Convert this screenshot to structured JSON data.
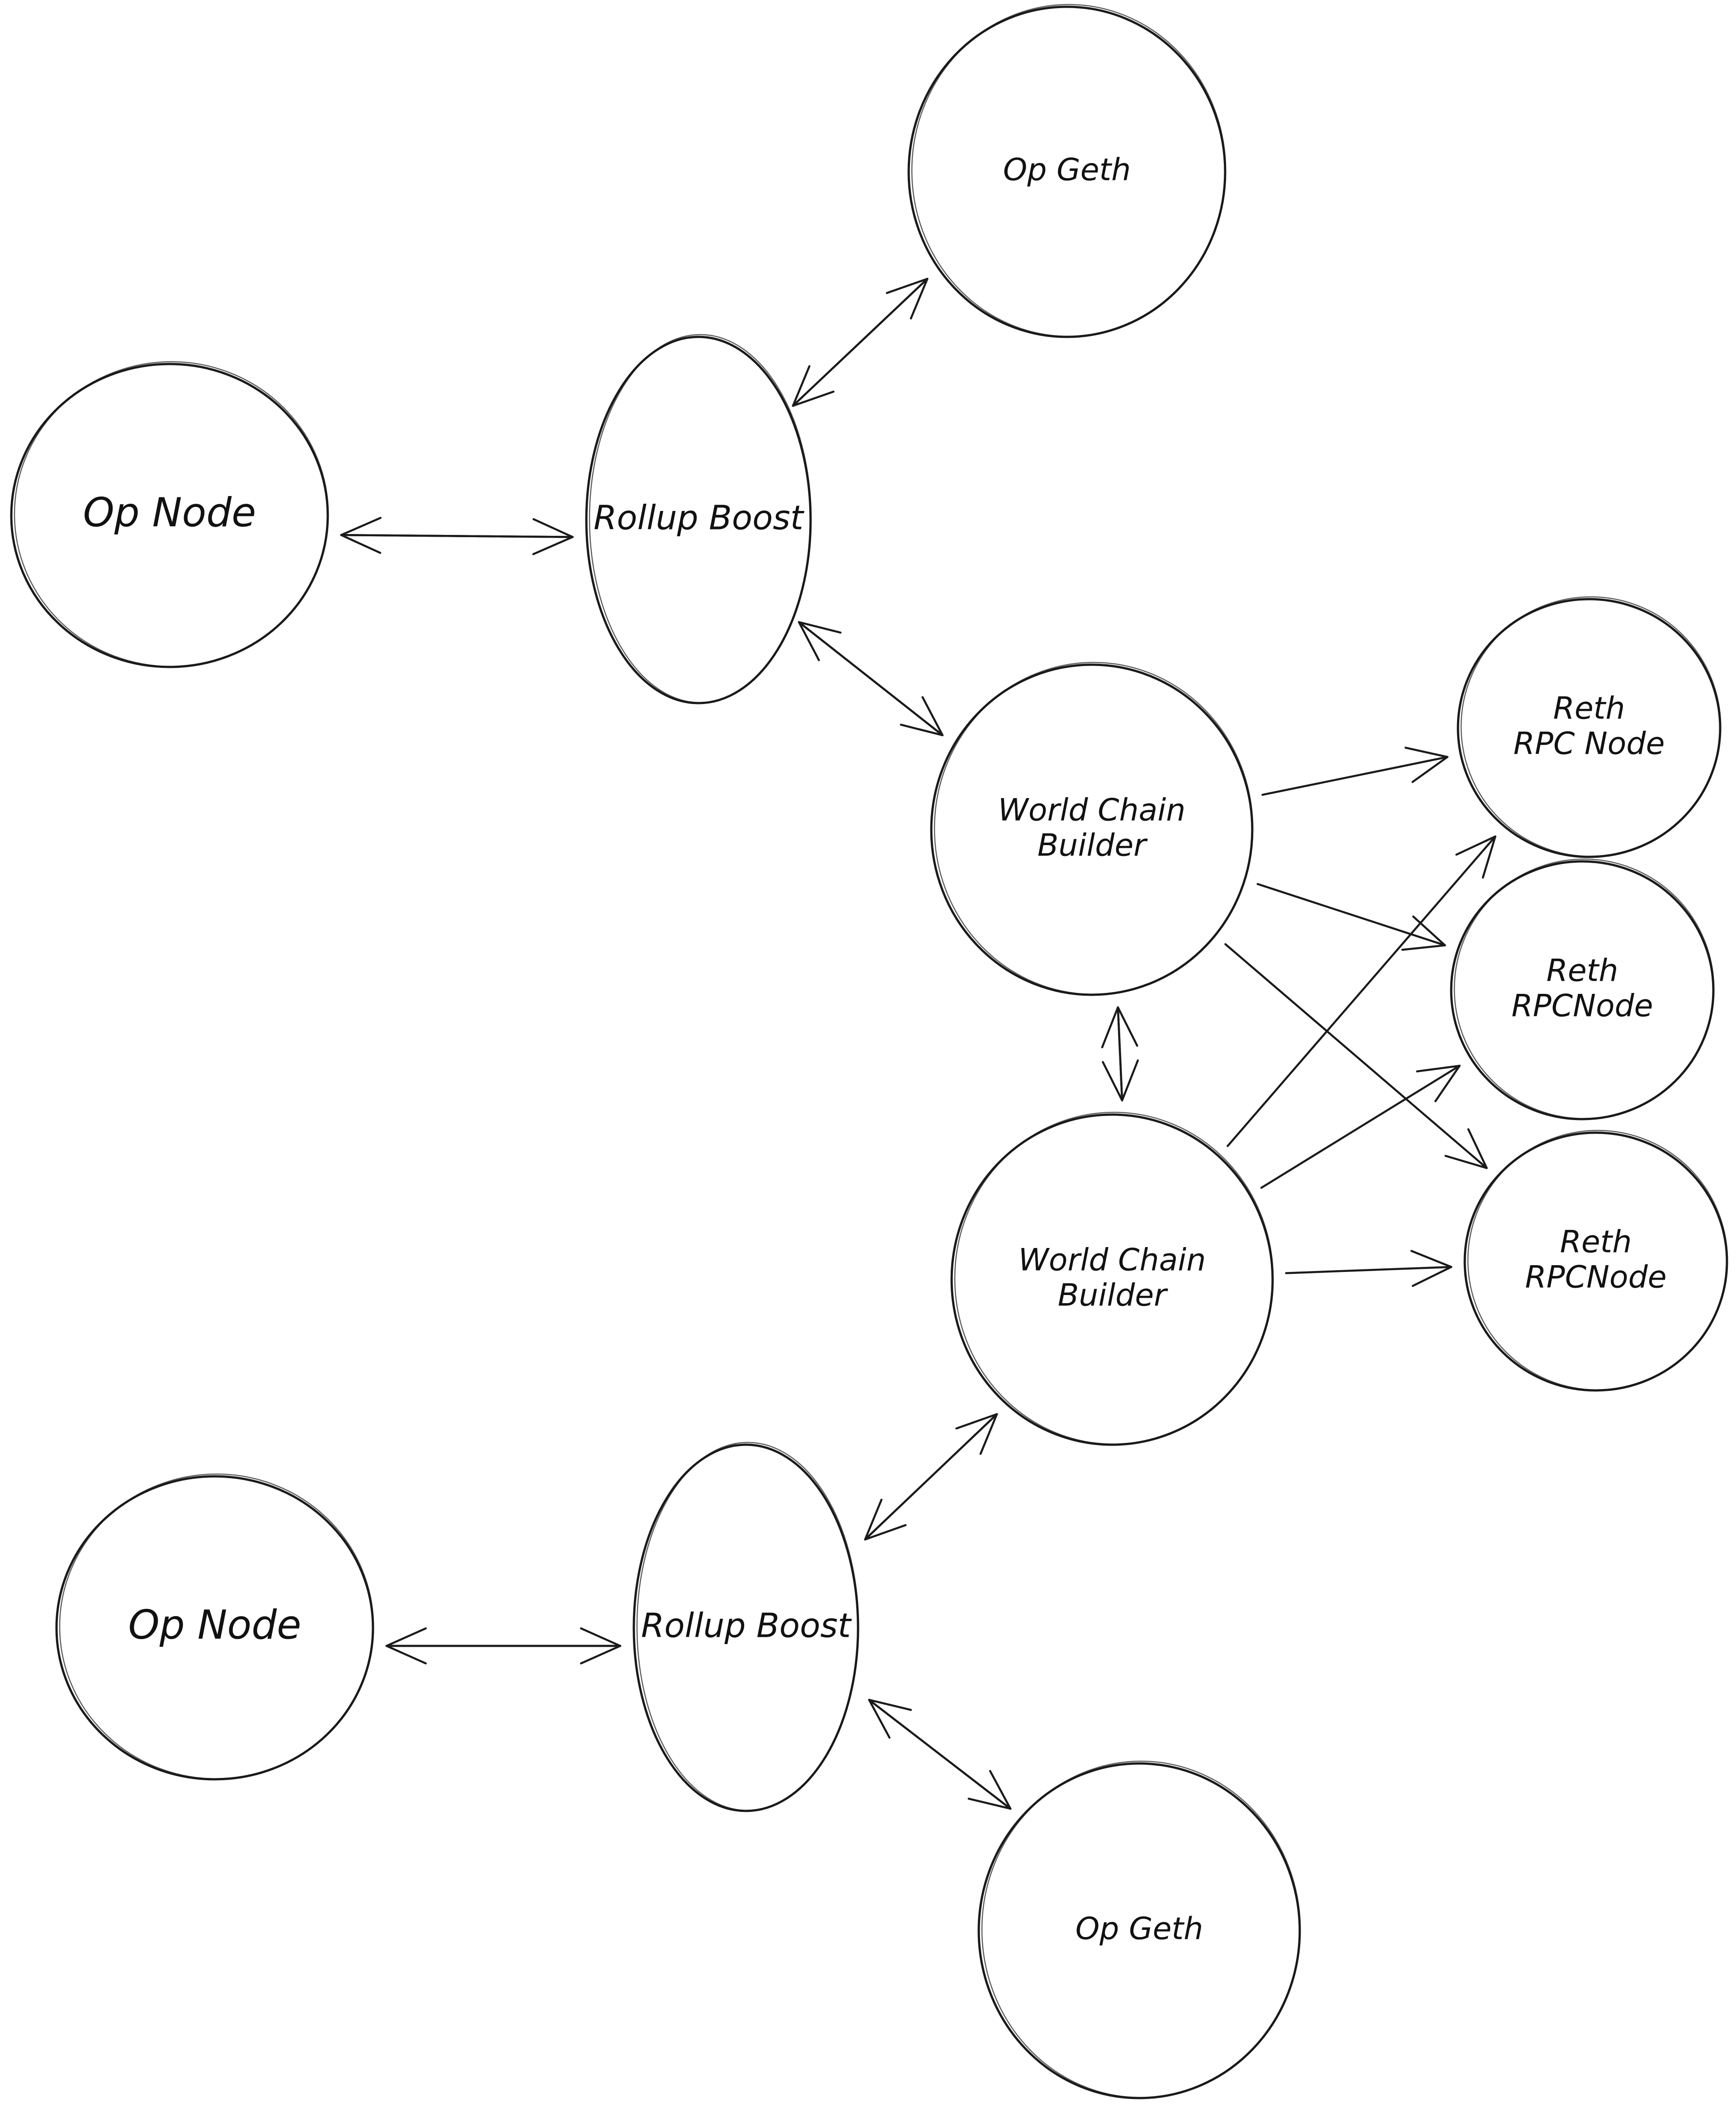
{
  "diagram": {
    "title": "",
    "nodes": [
      {
        "id": "op_geth_top",
        "lines": [
          "Op Geth"
        ]
      },
      {
        "id": "op_node_top",
        "lines": [
          "Op Node"
        ]
      },
      {
        "id": "rollup_boost_top",
        "lines": [
          "Rollup Boost"
        ]
      },
      {
        "id": "wcb_top",
        "lines": [
          "World Chain",
          "Builder"
        ]
      },
      {
        "id": "reth_1",
        "lines": [
          "Reth",
          "RPC Node"
        ]
      },
      {
        "id": "reth_2",
        "lines": [
          "Reth",
          "RPCNode"
        ]
      },
      {
        "id": "reth_3",
        "lines": [
          "Reth",
          "RPCNode"
        ]
      },
      {
        "id": "wcb_bottom",
        "lines": [
          "World Chain",
          "Builder"
        ]
      },
      {
        "id": "op_node_bottom",
        "lines": [
          "Op Node"
        ]
      },
      {
        "id": "rollup_boost_bottom",
        "lines": [
          "Rollup Boost"
        ]
      },
      {
        "id": "op_geth_bottom",
        "lines": [
          "Op Geth"
        ]
      }
    ],
    "edges": [
      {
        "from": "rollup_boost_top",
        "to": "op_node_top"
      },
      {
        "from": "op_node_top",
        "to": "rollup_boost_top"
      },
      {
        "from": "rollup_boost_top",
        "to": "op_geth_top"
      },
      {
        "from": "op_geth_top",
        "to": "rollup_boost_top"
      },
      {
        "from": "rollup_boost_top",
        "to": "wcb_top"
      },
      {
        "from": "wcb_top",
        "to": "rollup_boost_top"
      },
      {
        "from": "wcb_top",
        "to": "reth_1"
      },
      {
        "from": "wcb_top",
        "to": "reth_2"
      },
      {
        "from": "wcb_top",
        "to": "reth_3"
      },
      {
        "from": "wcb_top",
        "to": "wcb_bottom"
      },
      {
        "from": "wcb_bottom",
        "to": "wcb_top"
      },
      {
        "from": "wcb_bottom",
        "to": "reth_1"
      },
      {
        "from": "wcb_bottom",
        "to": "reth_2"
      },
      {
        "from": "wcb_bottom",
        "to": "reth_3"
      },
      {
        "from": "rollup_boost_bottom",
        "to": "wcb_bottom"
      },
      {
        "from": "wcb_bottom",
        "to": "rollup_boost_bottom"
      },
      {
        "from": "rollup_boost_bottom",
        "to": "op_node_bottom"
      },
      {
        "from": "op_node_bottom",
        "to": "rollup_boost_bottom"
      },
      {
        "from": "rollup_boost_bottom",
        "to": "op_geth_bottom"
      },
      {
        "from": "op_geth_bottom",
        "to": "rollup_boost_bottom"
      }
    ]
  }
}
